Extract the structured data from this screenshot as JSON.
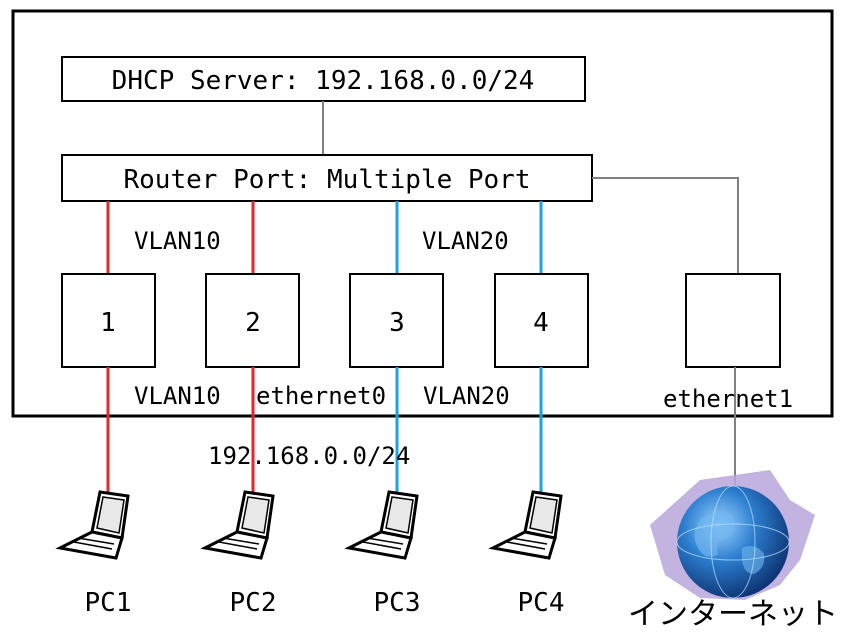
{
  "dhcp_server": "DHCP Server: 192.168.0.0/24",
  "router_port": "Router Port: Multiple Port",
  "vlan_top_left": "VLAN10",
  "vlan_top_right": "VLAN20",
  "vlan_bottom_left": "VLAN10",
  "vlan_bottom_right": "VLAN20",
  "ethernet0": "ethernet0",
  "ethernet1": "ethernet1",
  "subnet": "192.168.0.0/24",
  "ports": [
    "1",
    "2",
    "3",
    "4"
  ],
  "pcs": [
    "PC1",
    "PC2",
    "PC3",
    "PC4"
  ],
  "internet": "インターネット",
  "colors": {
    "vlan10": "#e3262f",
    "vlan20": "#1aa3dc",
    "uplink": "#808080",
    "border": "#000000"
  },
  "icons": {
    "pc": "laptop-icon",
    "internet": "globe-icon"
  }
}
